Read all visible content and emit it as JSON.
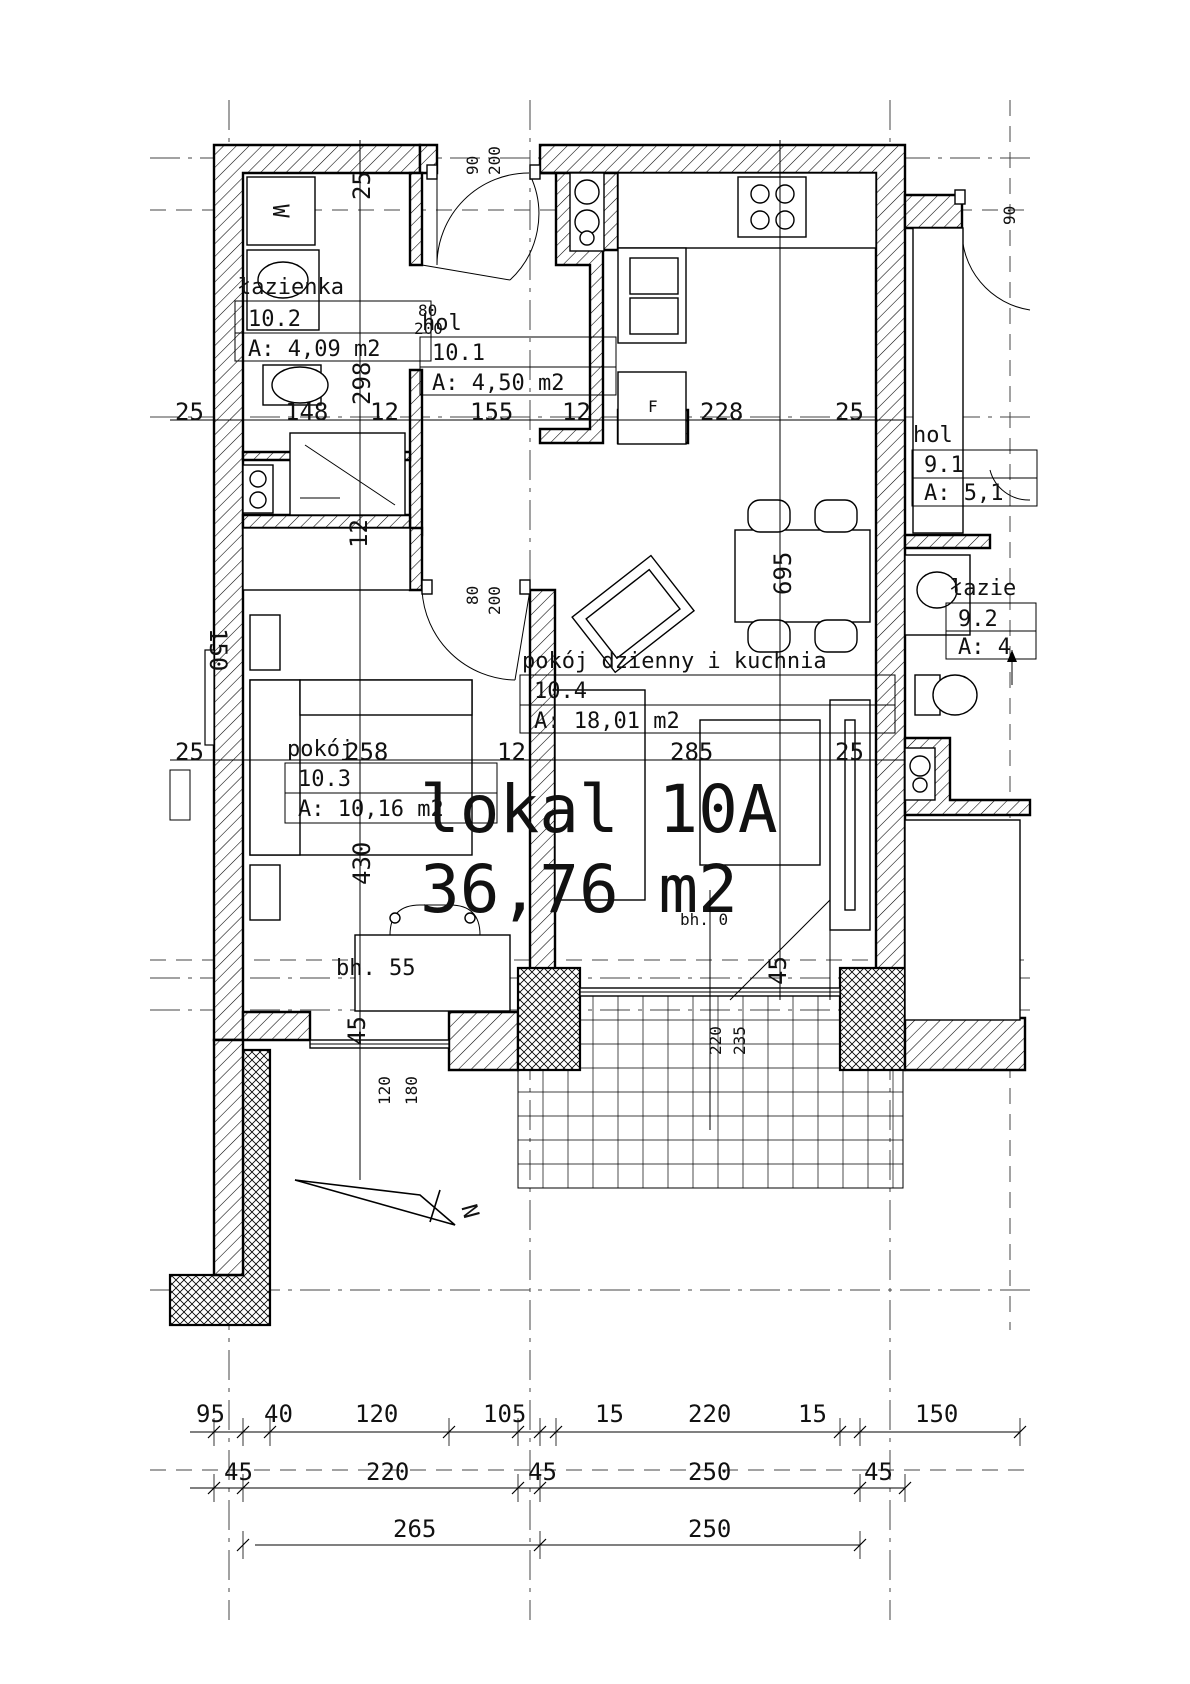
{
  "unit": {
    "label": "lokal 10A",
    "area": "36,76 m2"
  },
  "rooms": [
    {
      "name": "łazienka",
      "number": "10.2",
      "area": "A: 4,09 m2"
    },
    {
      "name": "hol",
      "number": "10.1",
      "area": "A: 4,50 m2"
    },
    {
      "name": "pokój dzienny i kuchnia",
      "number": "10.4",
      "area": "A: 18,01 m2"
    },
    {
      "name": "pokój",
      "number": "10.3",
      "area": "A: 10,16 m2"
    }
  ],
  "neighbor_rooms": [
    {
      "name": "hol",
      "number": "9.1",
      "area": "A: 5,1"
    },
    {
      "name": "łazie",
      "number": "9.2",
      "area": "A: 4"
    }
  ],
  "fixture_labels": {
    "washer": "W",
    "fridge": "F",
    "sill_room": "bh. 55",
    "sill_living": "bh. 0",
    "north": "N"
  },
  "door_labels": {
    "entry_width": "90",
    "entry_height": "200",
    "bath_width": "80",
    "bath_height": "200",
    "room_width": "80",
    "room_height": "200",
    "neighbor_width": "90"
  },
  "dims_inner_row": [
    "25",
    "148",
    "12",
    "155",
    "12",
    "228",
    "25"
  ],
  "dims_mid_row": [
    "25",
    "258",
    "12",
    "285",
    "25"
  ],
  "dims_vertical": {
    "top": "25",
    "bath": "298",
    "partition": "12",
    "living": "695",
    "room": "430",
    "sill_room": "45",
    "sill_living": "45",
    "window_room_1": "120",
    "window_room_2": "180",
    "window_living_1": "220",
    "window_living_2": "235",
    "left_wall": "150"
  },
  "dims_bottom_row1": [
    "95",
    "40",
    "120",
    "105",
    "15",
    "220",
    "15",
    "150"
  ],
  "dims_bottom_row2": [
    "45",
    "220",
    "45",
    "250",
    "45"
  ],
  "dims_bottom_row3": [
    "265",
    "250"
  ]
}
